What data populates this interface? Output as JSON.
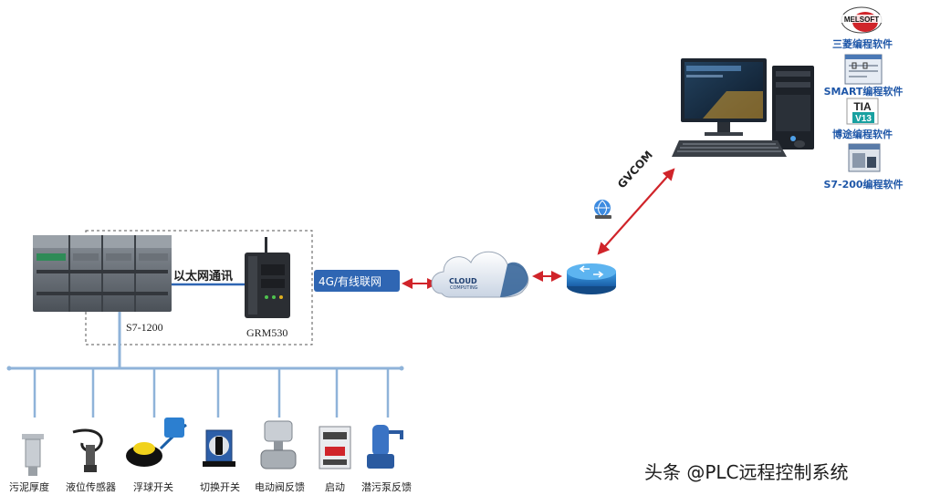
{
  "plc": {
    "label": "S7-1200"
  },
  "gateway": {
    "label": "GRM530"
  },
  "links": {
    "ethernet_label": "以太网通讯",
    "network_label": "4G/有线联网",
    "gvcom_label": "GVCOM"
  },
  "cloud": {
    "line1": "CLOUD",
    "line2": "COMPUTING"
  },
  "software": [
    {
      "label": "三菱编程软件",
      "icon": "melsoft-logo",
      "logo_text": "MELSOFT"
    },
    {
      "label": "SMART编程软件",
      "icon": "smart-software-icon"
    },
    {
      "label": "博途编程软件",
      "icon": "tia-portal-icon",
      "logo_line1": "TIA",
      "logo_line2": "V13"
    },
    {
      "label": "S7-200编程软件",
      "icon": "s7-200-software-icon"
    }
  ],
  "devices": [
    {
      "label": "污泥厚度",
      "icon": "sludge-sensor-icon"
    },
    {
      "label": "液位传感器",
      "icon": "level-sensor-icon"
    },
    {
      "label": "浮球开关",
      "icon": "float-switch-icon"
    },
    {
      "label": "切换开关",
      "icon": "selector-switch-icon"
    },
    {
      "label": "电动阀反馈",
      "icon": "motor-valve-icon"
    },
    {
      "label": "启动",
      "icon": "contactor-icon"
    },
    {
      "label": "潜污泵反馈",
      "icon": "submersible-pump-icon"
    }
  ],
  "watermark": "头条 @PLC远程控制系统",
  "colors": {
    "accent_blue": "#2f66b3",
    "link_red": "#d0242a",
    "bus_blue": "#8fb3d9"
  }
}
